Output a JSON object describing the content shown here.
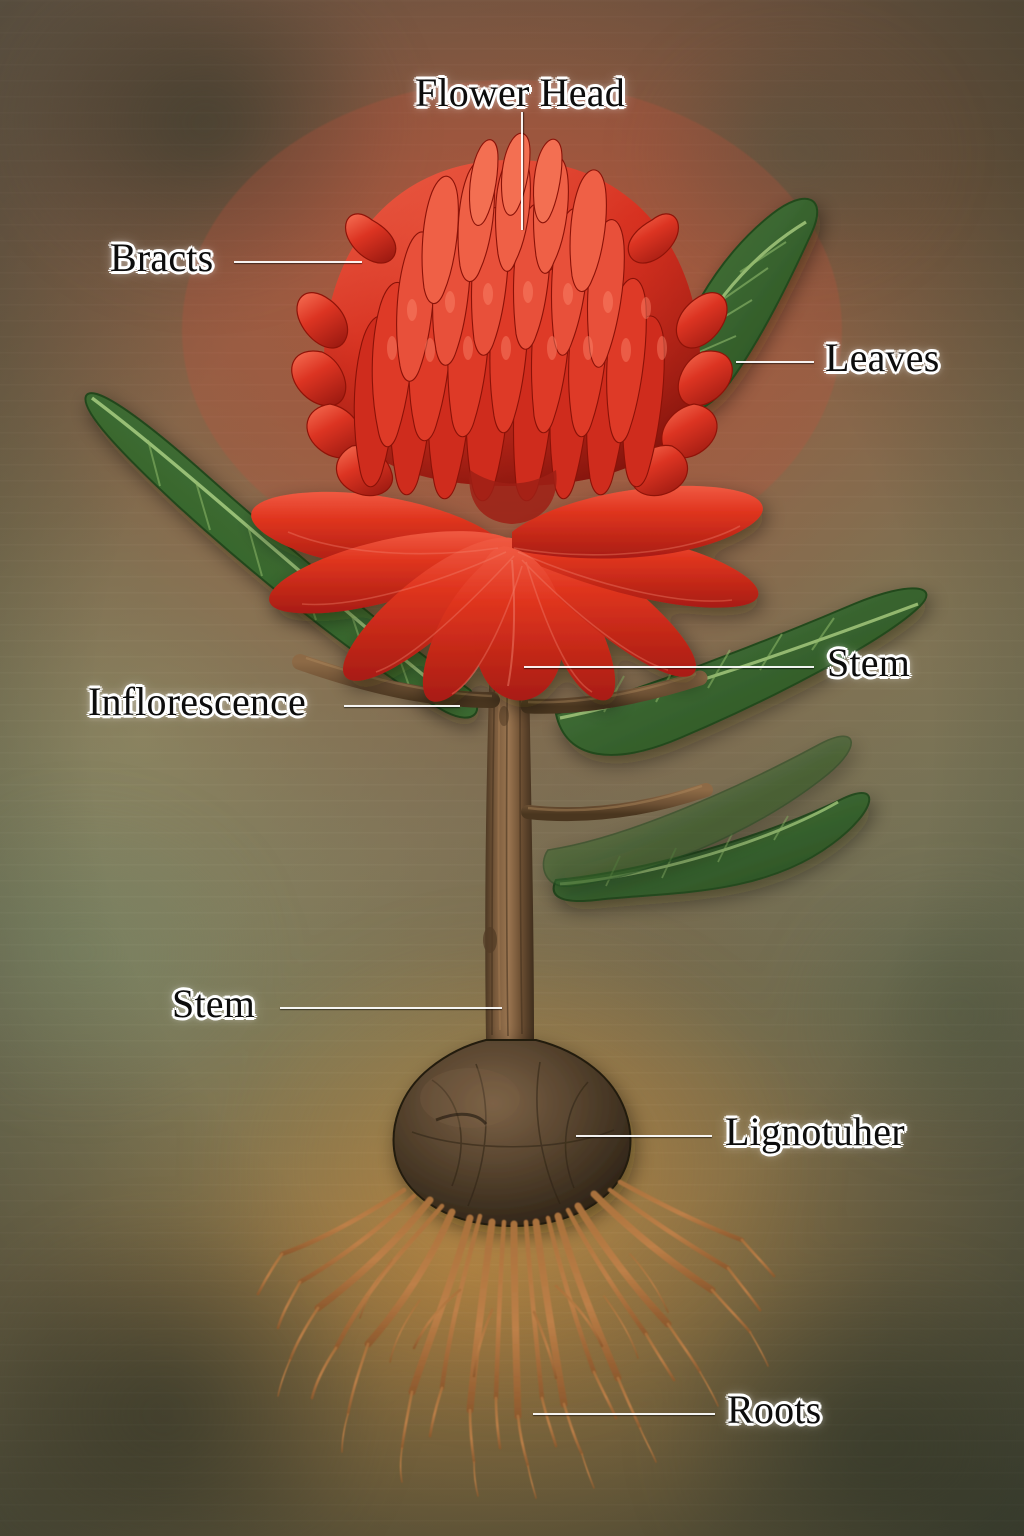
{
  "figure": {
    "subject": "Waratah plant anatomy illustration",
    "background_colors": {
      "olive": "#6f7060",
      "dark_olive": "#4f5340",
      "warm_amber": "#ba843e",
      "rose_halo": "#c65c3c"
    },
    "plant_colors": {
      "floret_red": "#d92f22",
      "floret_red_dark": "#a81c14",
      "floret_red_light": "#e8533f",
      "bract_red": "#e03322",
      "leaf_green": "#3e6b33",
      "leaf_green_dark": "#2c4f25",
      "leaf_vein": "#9bbf6c",
      "stem_brown": "#7a5a3c",
      "stem_brown_dark": "#4f3a25",
      "lignotuber_brown": "#4a3a2a",
      "root_brown": "#b5783f"
    }
  },
  "labels": [
    {
      "id": "flower-head",
      "text": "Flower Head",
      "color": "#0d0d0d"
    },
    {
      "id": "bracts",
      "text": "Bracts",
      "color": "#0d0d0d"
    },
    {
      "id": "leaves",
      "text": "Leaves",
      "color": "#0d0d0d"
    },
    {
      "id": "stem-upper",
      "text": "Stem",
      "color": "#0d0d0d"
    },
    {
      "id": "inflorescence",
      "text": "Inflorescence",
      "color": "#0d0d0d"
    },
    {
      "id": "stem-lower",
      "text": "Stem",
      "color": "#0d0d0d"
    },
    {
      "id": "lignotuber",
      "text": "Lignotuher",
      "color": "#0d0d0d"
    },
    {
      "id": "roots",
      "text": "Roots",
      "color": "#0d0d0d"
    }
  ]
}
